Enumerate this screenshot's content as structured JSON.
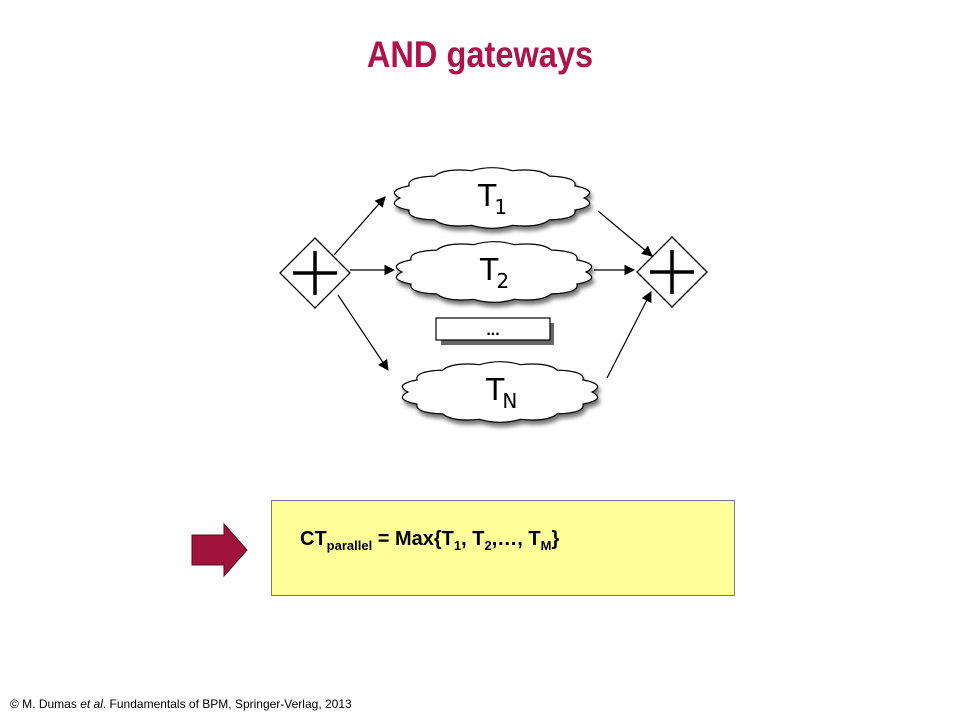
{
  "title": "AND gateways",
  "tasks": [
    {
      "label": "T1",
      "base": "T",
      "sub": "1"
    },
    {
      "label": "T2",
      "base": "T",
      "sub": "2"
    },
    {
      "label": "TN",
      "base": "T",
      "sub": "N"
    }
  ],
  "ellipsis_box": "...",
  "gateway_symbol": "+",
  "formula": {
    "lhs_main": "CT",
    "lhs_sub": "parallel",
    "eq": " = Max{T",
    "sub1": "1",
    "sep1": ", T",
    "sub2": "2",
    "sep2": ",…, T",
    "subM": "M",
    "close": "}"
  },
  "footer": {
    "prefix": "© M. Dumas ",
    "etal": "et al",
    "suffix": ". Fundamentals of BPM, Springer-Verlag, 2013"
  },
  "colors": {
    "title": "#b0124a",
    "arrow_fill": "#a0143c",
    "formula_bg": "#ffff99"
  },
  "icons": {
    "split_gateway": "and-gateway-plus-icon",
    "join_gateway": "and-gateway-plus-icon",
    "indicator": "right-arrow-icon"
  }
}
